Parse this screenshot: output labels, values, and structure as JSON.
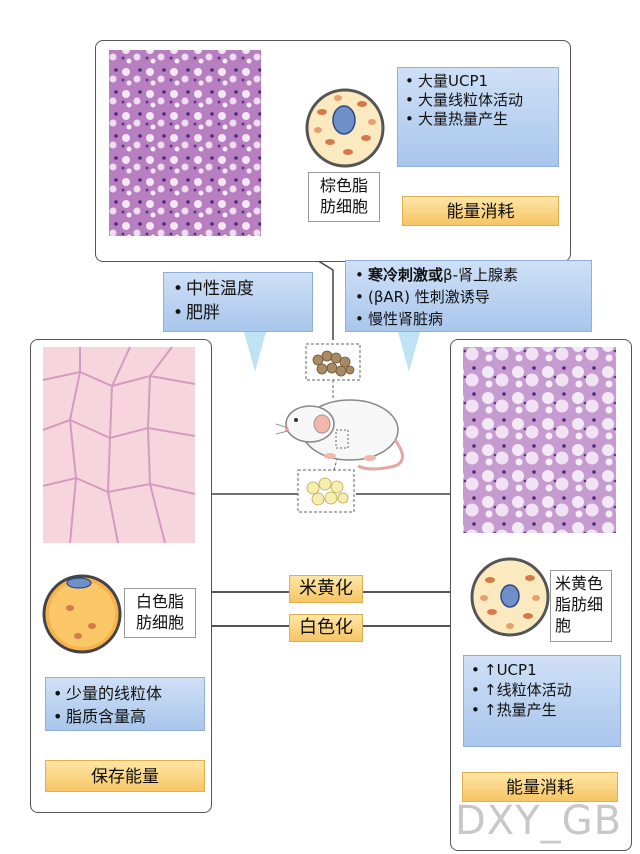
{
  "brown": {
    "cell_label_line1": "棕色脂",
    "cell_label_line2": "肪细胞",
    "features": [
      "大量UCP1",
      "大量线粒体活动",
      "大量热量产生"
    ],
    "outcome": "能量消耗"
  },
  "stimulus_left": [
    "中性温度",
    "肥胖"
  ],
  "stimulus_right": {
    "line1_bold": "寒冷刺激或",
    "line1_rest": "β-肾上腺素",
    "line2": "(βAR) 性刺激诱导",
    "line3": "慢性肾脏病"
  },
  "white": {
    "cell_label_line1": "白色脂",
    "cell_label_line2": "肪细胞",
    "features": [
      "少量的线粒体",
      "脂质含量高"
    ],
    "outcome": "保存能量"
  },
  "beige": {
    "cell_label_line1": "米黄色",
    "cell_label_line2": "脂肪细",
    "cell_label_line3": "胞",
    "features": [
      "↑UCP1",
      "↑线粒体活动",
      "↑热量产生"
    ],
    "outcome": "能量消耗"
  },
  "conversions": {
    "browning": "米黄化",
    "whitening": "白色化"
  },
  "watermark": "DXY_GB"
}
